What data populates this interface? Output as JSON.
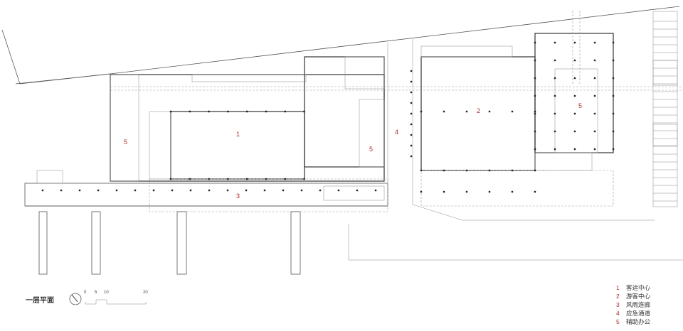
{
  "plan": {
    "title": "一层平面",
    "scale_ticks": [
      "0",
      "5",
      "10",
      "20"
    ],
    "north_arrow": "north-arrow-icon",
    "zone_labels": [
      {
        "id": "1",
        "text": "1"
      },
      {
        "id": "2",
        "text": "2"
      },
      {
        "id": "3",
        "text": "3"
      },
      {
        "id": "4",
        "text": "4"
      },
      {
        "id": "5a",
        "text": "5"
      },
      {
        "id": "5b",
        "text": "5"
      },
      {
        "id": "5c",
        "text": "5"
      }
    ],
    "accent_color": "#b22a2a"
  },
  "legend": [
    {
      "num": "1",
      "label": "客运中心"
    },
    {
      "num": "2",
      "label": "游客中心"
    },
    {
      "num": "3",
      "label": "风雨连廊"
    },
    {
      "num": "4",
      "label": "应急通道"
    },
    {
      "num": "5",
      "label": "辅助办公"
    }
  ]
}
